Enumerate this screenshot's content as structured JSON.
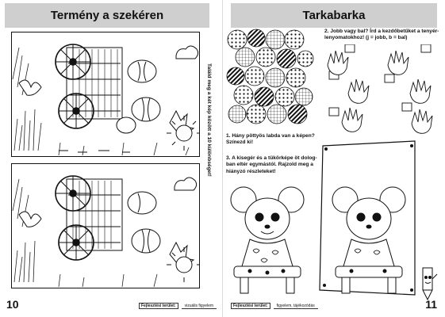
{
  "left": {
    "title": "Termény a szekéren",
    "vertical_instruction": "Találd meg a két kép között a 10 különbséget!",
    "page_number": "10",
    "footer_label": "Fejlesztési terület:",
    "footer_value": "vizuális figyelem"
  },
  "right": {
    "title": "Tarkabarka",
    "task1": [
      "1. Hány pöttyös labda van a képen?",
      "Színezd ki!"
    ],
    "task2": [
      "2. Jobb vagy bal? Írd a kezdőbetűket a tenyér-",
      "lenyomatokhoz! (j = jobb, b = bal)"
    ],
    "task3": [
      "3. A kisegér és a tükörképe öt dolog-",
      "ban eltér egymástól. Rajzold meg a",
      "hiányzó részleteket!"
    ],
    "page_number": "11",
    "footer_label": "Fejlesztési terület:",
    "footer_value": "figyelem, tájékozódás"
  }
}
